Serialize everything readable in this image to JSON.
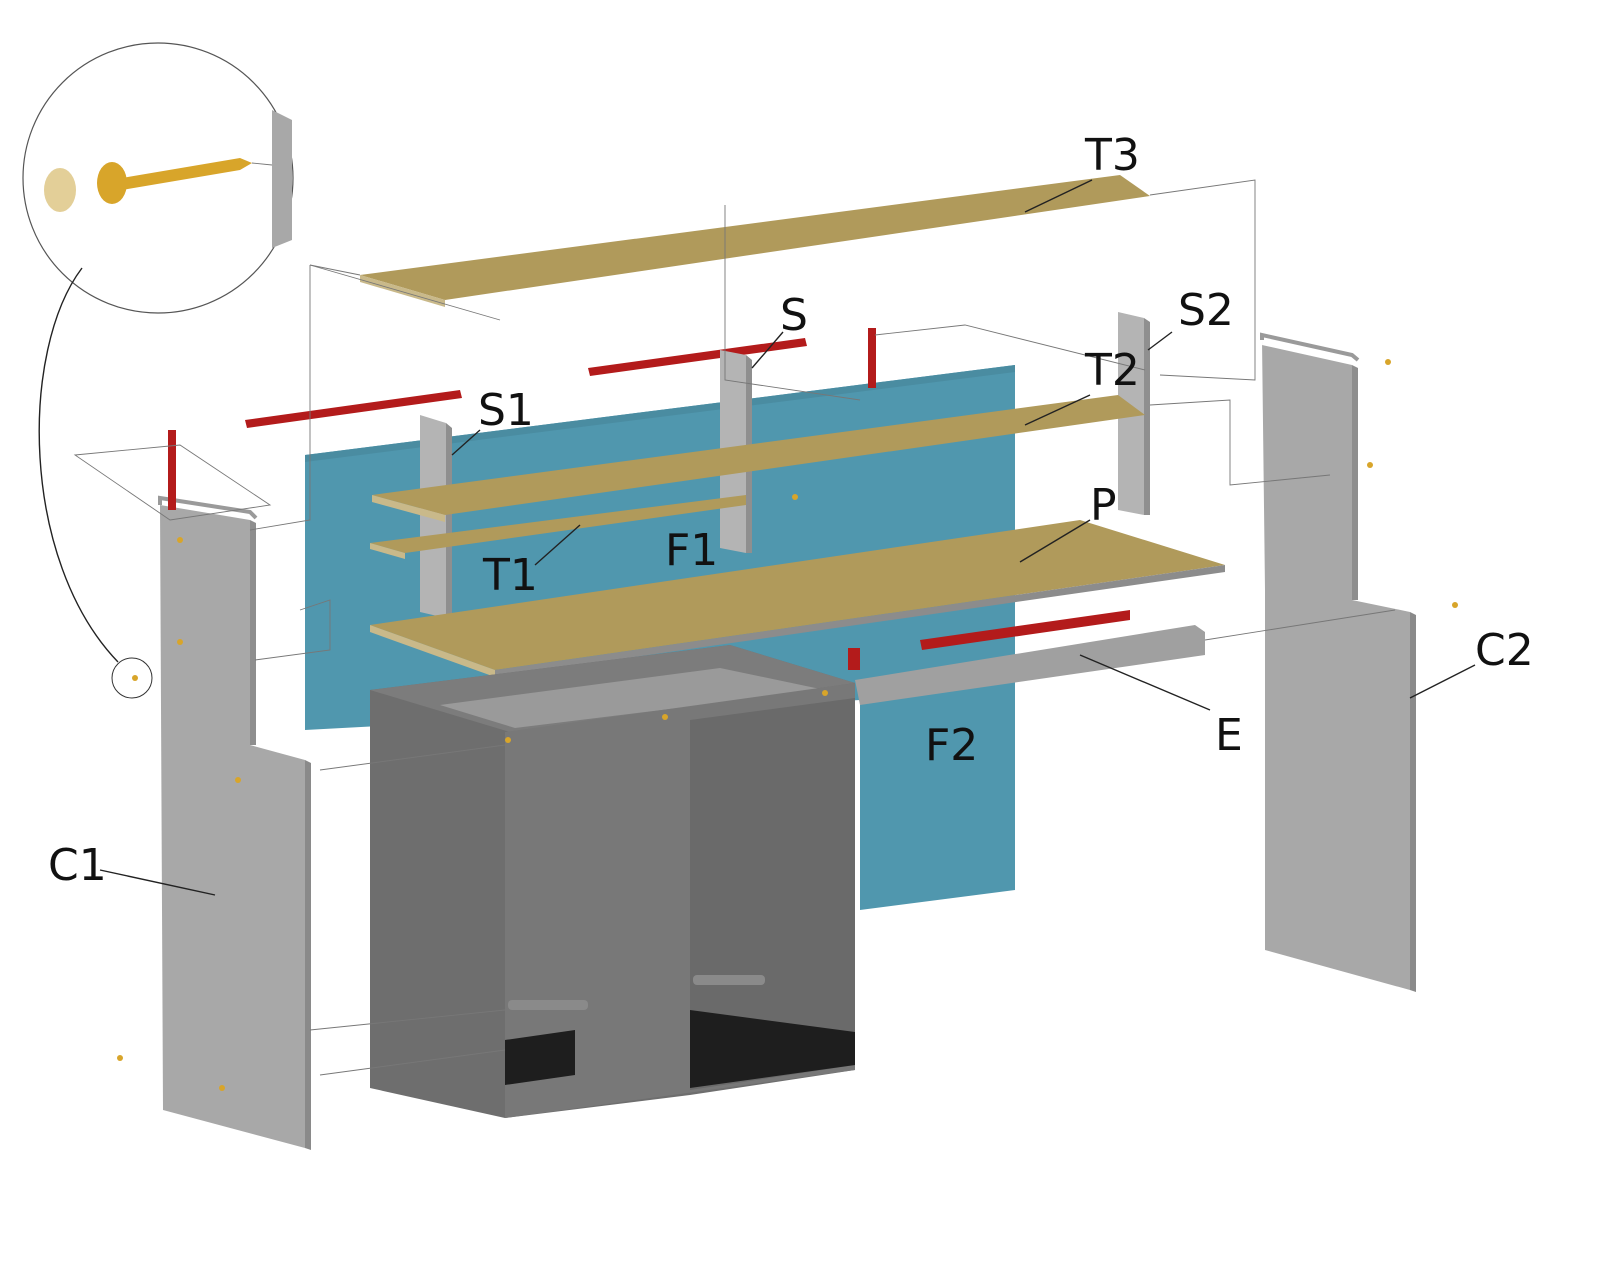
{
  "labels": {
    "T3": "T3",
    "S": "S",
    "S2": "S2",
    "S1": "S1",
    "T2": "T2",
    "P": "P",
    "F1": "F1",
    "T1": "T1",
    "C2": "C2",
    "E": "E",
    "F2": "F2",
    "C1": "C1"
  },
  "colors": {
    "shelf": "#b09a5b",
    "panel_blue": "#5097ae",
    "side_grey": "#a8a8a8",
    "cabinet_dark": "#6e6e6e",
    "rail_red": "#b31b1b",
    "screw_gold": "#d8a52a"
  }
}
